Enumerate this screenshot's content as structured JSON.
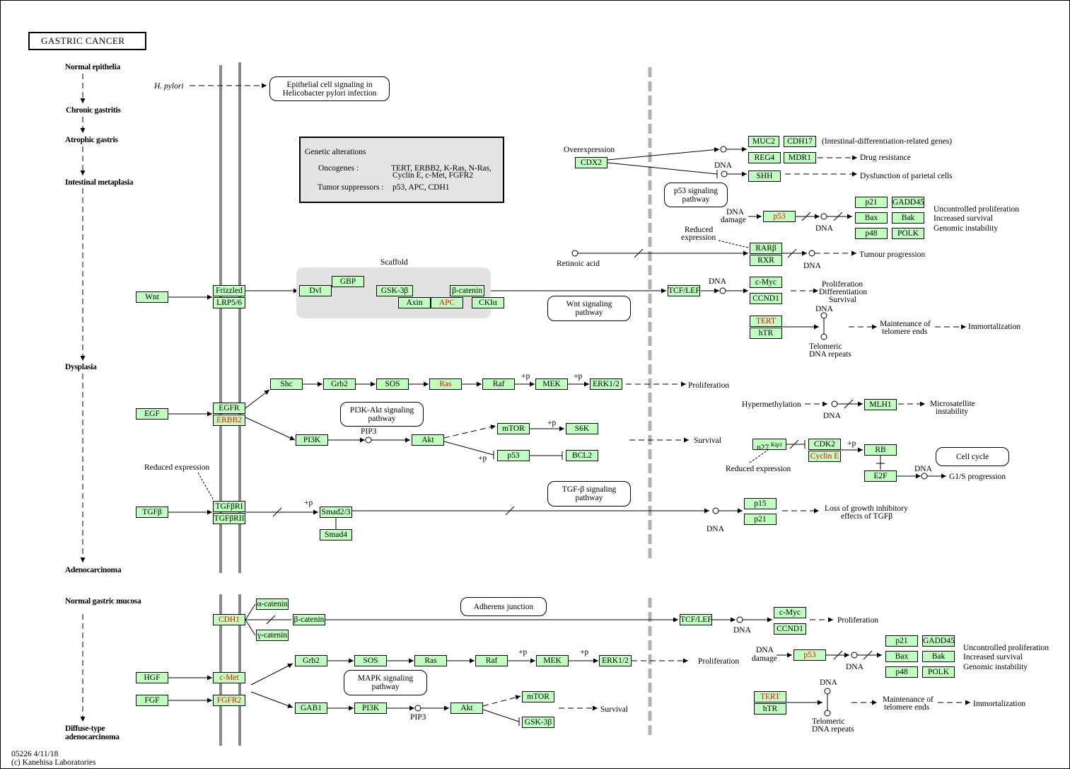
{
  "title": "GASTRIC CANCER",
  "footer": {
    "id_date": "05226 4/11/18",
    "copyright": "(c) Kanehisa Laboratories"
  },
  "stages": {
    "normal_epithelia": "Normal epithelia",
    "chronic_gastritis": "Chronic gastritis",
    "atrophic_gastris": "Atrophic gastris",
    "intestinal_metaplasia": "Intestinal metaplasia",
    "dysplasia": "Dysplasia",
    "adenocarcinoma": "Adenocarcinoma",
    "normal_gastric_mucosa": "Normal gastric mucosa",
    "diffuse_type_1": "Diffuse-type",
    "diffuse_type_2": "adenocarcinoma"
  },
  "genetic_alterations": {
    "heading": "Genetic alterations",
    "oncogenes_label": "Oncogenes :",
    "oncogenes_1": "TERT, ERBB2, K-Ras, N-Ras,",
    "oncogenes_2": "Cyclin E, c-Met, FGFR2",
    "suppressors_label": "Tumor suppressors :",
    "suppressors": "p53, APC, CDH1"
  },
  "maps": {
    "hpylori_1": "Epithelial cell signaling in",
    "hpylori_2": "Helicobacter pylori infection",
    "p53_1": "p53 signaling",
    "p53_2": "pathway",
    "wnt_1": "Wnt signaling",
    "wnt_2": "pathway",
    "pi3k_1": "PI3K-Akt signaling",
    "pi3k_2": "pathway",
    "tgfb_1": "TGF-β signaling",
    "tgfb_2": "pathway",
    "cellcycle": "Cell cycle",
    "adherens": "Adherens junction",
    "mapk_1": "MAPK signaling",
    "mapk_2": "pathway"
  },
  "labels": {
    "hpylori": "H. pylori",
    "scaffold": "Scaffold",
    "overexpression": "Overexpression",
    "dna": "DNA",
    "dna_damage_1": "DNA",
    "dna_damage_2": "damage",
    "reduced_expression": "Reduced expression",
    "reduced_1": "Reduced",
    "reduced_2": "expression",
    "retinoic_acid": "Retinoic acid",
    "plus_p": "+p",
    "pip3": "PIP3",
    "intestinal_genes": "(Intestinal-differentiation-related genes)",
    "drug_resistance": "Drug resistance",
    "dysfunction": "Dysfunction of parietal cells",
    "uncontrolled": "Uncontrolled proliferation",
    "increased_survival": "Increased survival",
    "genomic_instability": "Genomic instability",
    "tumour_progression": "Tumour progression",
    "proliferation": "Proliferation",
    "differentiation": "Differentiation",
    "survival": "Survival",
    "maintenance_1": "Maintenance of",
    "maintenance_2": "telomere ends",
    "immortalization": "Immortalization",
    "telomeric_1": "Telomeric",
    "telomeric_2": "DNA repeats",
    "hypermethylation": "Hypermethylation",
    "microsatellite_1": "Microsatellite",
    "microsatellite_2": "instability",
    "g1s": "G1/S progression",
    "loss_1": "Loss of growth inhibitory",
    "loss_2": "effects of TGFβ",
    "kip1": "Kip1"
  },
  "genes": [
    {
      "id": "wnt",
      "label": "Wnt",
      "red": false
    },
    {
      "id": "frizzled",
      "label": "Frizzled",
      "red": false
    },
    {
      "id": "lrp56",
      "label": "LRP5/6",
      "red": false
    },
    {
      "id": "dvl",
      "label": "Dvl",
      "red": false
    },
    {
      "id": "gbp",
      "label": "GBP",
      "red": false
    },
    {
      "id": "gsk3b",
      "label": "GSK-3β",
      "red": false
    },
    {
      "id": "axin",
      "label": "Axin",
      "red": false
    },
    {
      "id": "apc",
      "label": "APC",
      "red": true
    },
    {
      "id": "bcat",
      "label": "β-catenin",
      "red": false
    },
    {
      "id": "ckia",
      "label": "CKIα",
      "red": false
    },
    {
      "id": "tcflef",
      "label": "TCF/LEF",
      "red": false
    },
    {
      "id": "cmyc",
      "label": "c-Myc",
      "red": false
    },
    {
      "id": "ccnd1",
      "label": "CCND1",
      "red": false
    },
    {
      "id": "tert",
      "label": "TERT",
      "red": true
    },
    {
      "id": "htr",
      "label": "hTR",
      "red": false
    },
    {
      "id": "cdx2",
      "label": "CDX2",
      "red": false
    },
    {
      "id": "muc2",
      "label": "MUC2",
      "red": false
    },
    {
      "id": "cdh17",
      "label": "CDH17",
      "red": false
    },
    {
      "id": "reg4",
      "label": "REG4",
      "red": false
    },
    {
      "id": "mdr1",
      "label": "MDR1",
      "red": false
    },
    {
      "id": "shh",
      "label": "SHH",
      "red": false
    },
    {
      "id": "p53a",
      "label": "p53",
      "red": true
    },
    {
      "id": "p21a",
      "label": "p21",
      "red": false
    },
    {
      "id": "gadd45a",
      "label": "GADD45",
      "red": false
    },
    {
      "id": "baxa",
      "label": "Bax",
      "red": false
    },
    {
      "id": "baka",
      "label": "Bak",
      "red": false
    },
    {
      "id": "p48a",
      "label": "p48",
      "red": false
    },
    {
      "id": "polka",
      "label": "POLK",
      "red": false
    },
    {
      "id": "rarb",
      "label": "RARβ",
      "red": false
    },
    {
      "id": "rxr",
      "label": "RXR",
      "red": false
    },
    {
      "id": "egf",
      "label": "EGF",
      "red": false
    },
    {
      "id": "egfr",
      "label": "EGFR",
      "red": false
    },
    {
      "id": "erbb2",
      "label": "ERBB2",
      "red": true
    },
    {
      "id": "shc",
      "label": "Shc",
      "red": false
    },
    {
      "id": "grb2a",
      "label": "Grb2",
      "red": false
    },
    {
      "id": "sosa",
      "label": "SOS",
      "red": false
    },
    {
      "id": "rasa",
      "label": "Ras",
      "red": true
    },
    {
      "id": "rafa",
      "label": "Raf",
      "red": false
    },
    {
      "id": "meka",
      "label": "MEK",
      "red": false
    },
    {
      "id": "erka",
      "label": "ERK1/2",
      "red": false
    },
    {
      "id": "pi3ka",
      "label": "PI3K",
      "red": false
    },
    {
      "id": "akta",
      "label": "Akt",
      "red": false
    },
    {
      "id": "mtora",
      "label": "mTOR",
      "red": false
    },
    {
      "id": "s6k",
      "label": "S6K",
      "red": false
    },
    {
      "id": "p53b",
      "label": "p53",
      "red": false
    },
    {
      "id": "bcl2",
      "label": "BCL2",
      "red": false
    },
    {
      "id": "mlh1",
      "label": "MLH1",
      "red": false
    },
    {
      "id": "p27",
      "label": "p27",
      "red": false
    },
    {
      "id": "cdk2",
      "label": "CDK2",
      "red": false
    },
    {
      "id": "cycline",
      "label": "Cyclin E",
      "red": true
    },
    {
      "id": "rb",
      "label": "RB",
      "red": false
    },
    {
      "id": "e2f",
      "label": "E2F",
      "red": false
    },
    {
      "id": "tgfb",
      "label": "TGFβ",
      "red": false
    },
    {
      "id": "tgfbr1",
      "label": "TGFβRI",
      "red": false
    },
    {
      "id": "tgfbr2",
      "label": "TGFβRII",
      "red": false
    },
    {
      "id": "smad23",
      "label": "Smad2/3",
      "red": false
    },
    {
      "id": "smad4",
      "label": "Smad4",
      "red": false
    },
    {
      "id": "p15",
      "label": "p15",
      "red": false
    },
    {
      "id": "p21b",
      "label": "p21",
      "red": false
    },
    {
      "id": "cdh1",
      "label": "CDH1",
      "red": true
    },
    {
      "id": "acat",
      "label": "α-catenin",
      "red": false
    },
    {
      "id": "bcat2",
      "label": "β-catenin",
      "red": false
    },
    {
      "id": "gcat",
      "label": "γ-catenin",
      "red": false
    },
    {
      "id": "tcflef2",
      "label": "TCF/LEF",
      "red": false
    },
    {
      "id": "cmyc2",
      "label": "c-Myc",
      "red": false
    },
    {
      "id": "ccnd12",
      "label": "CCND1",
      "red": false
    },
    {
      "id": "p53c",
      "label": "p53",
      "red": true
    },
    {
      "id": "p21c",
      "label": "p21",
      "red": false
    },
    {
      "id": "gadd45c",
      "label": "GADD45",
      "red": false
    },
    {
      "id": "baxc",
      "label": "Bax",
      "red": false
    },
    {
      "id": "bakc",
      "label": "Bak",
      "red": false
    },
    {
      "id": "p48c",
      "label": "p48",
      "red": false
    },
    {
      "id": "polkc",
      "label": "POLK",
      "red": false
    },
    {
      "id": "tert2",
      "label": "TERT",
      "red": true
    },
    {
      "id": "htr2",
      "label": "hTR",
      "red": false
    },
    {
      "id": "hgf",
      "label": "HGF",
      "red": false
    },
    {
      "id": "cmet",
      "label": "c-Met",
      "red": true
    },
    {
      "id": "fgf",
      "label": "FGF",
      "red": false
    },
    {
      "id": "fgfr2",
      "label": "FGFR2",
      "red": true
    },
    {
      "id": "grb2b",
      "label": "Grb2",
      "red": false
    },
    {
      "id": "sosb",
      "label": "SOS",
      "red": false
    },
    {
      "id": "rasb",
      "label": "Ras",
      "red": false
    },
    {
      "id": "rafb",
      "label": "Raf",
      "red": false
    },
    {
      "id": "mekb",
      "label": "MEK",
      "red": false
    },
    {
      "id": "erkb",
      "label": "ERK1/2",
      "red": false
    },
    {
      "id": "gab1",
      "label": "GAB1",
      "red": false
    },
    {
      "id": "pi3kb",
      "label": "PI3K",
      "red": false
    },
    {
      "id": "aktb",
      "label": "Akt",
      "red": false
    },
    {
      "id": "mtorb",
      "label": "mTOR",
      "red": false
    },
    {
      "id": "gsk3b2",
      "label": "GSK-3β",
      "red": false
    }
  ]
}
